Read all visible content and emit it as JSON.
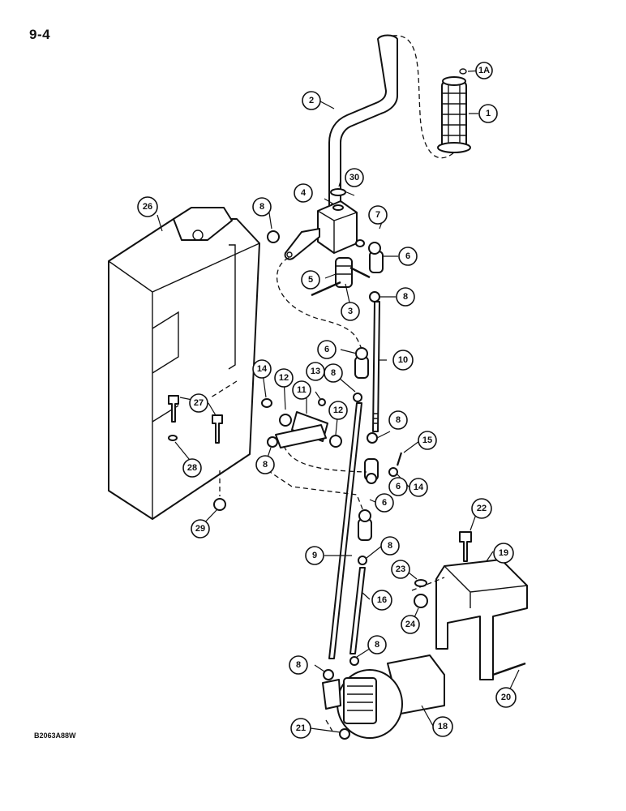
{
  "page": {
    "number": "9-4",
    "figure_code": "B2063A88W"
  },
  "callouts": [
    {
      "id": "c1",
      "label": "1"
    },
    {
      "id": "c1a",
      "label": "1A"
    },
    {
      "id": "c2",
      "label": "2"
    },
    {
      "id": "c3",
      "label": "3"
    },
    {
      "id": "c4",
      "label": "4"
    },
    {
      "id": "c5",
      "label": "5"
    },
    {
      "id": "c6a",
      "label": "6"
    },
    {
      "id": "c6b",
      "label": "6"
    },
    {
      "id": "c6c",
      "label": "6"
    },
    {
      "id": "c6d",
      "label": "6"
    },
    {
      "id": "c7",
      "label": "7"
    },
    {
      "id": "c8a",
      "label": "8"
    },
    {
      "id": "c8b",
      "label": "8"
    },
    {
      "id": "c8c",
      "label": "8"
    },
    {
      "id": "c8d",
      "label": "8"
    },
    {
      "id": "c8e",
      "label": "8"
    },
    {
      "id": "c8f",
      "label": "8"
    },
    {
      "id": "c8g",
      "label": "8"
    },
    {
      "id": "c8h",
      "label": "8"
    },
    {
      "id": "c9",
      "label": "9"
    },
    {
      "id": "c10",
      "label": "10"
    },
    {
      "id": "c11",
      "label": "11"
    },
    {
      "id": "c12a",
      "label": "12"
    },
    {
      "id": "c12b",
      "label": "12"
    },
    {
      "id": "c13",
      "label": "13"
    },
    {
      "id": "c14a",
      "label": "14"
    },
    {
      "id": "c14b",
      "label": "14"
    },
    {
      "id": "c15",
      "label": "15"
    },
    {
      "id": "c16",
      "label": "16"
    },
    {
      "id": "c18",
      "label": "18"
    },
    {
      "id": "c19",
      "label": "19"
    },
    {
      "id": "c20",
      "label": "20"
    },
    {
      "id": "c21",
      "label": "21"
    },
    {
      "id": "c22",
      "label": "22"
    },
    {
      "id": "c23",
      "label": "23"
    },
    {
      "id": "c24",
      "label": "24"
    },
    {
      "id": "c26",
      "label": "26"
    },
    {
      "id": "c27",
      "label": "27"
    },
    {
      "id": "c28",
      "label": "28"
    },
    {
      "id": "c29",
      "label": "29"
    },
    {
      "id": "c30",
      "label": "30"
    }
  ]
}
